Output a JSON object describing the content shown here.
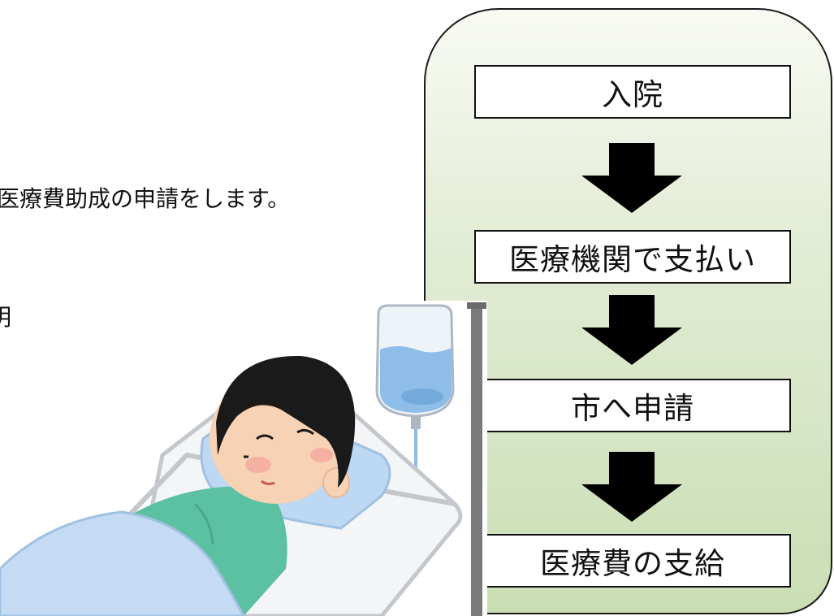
{
  "text": {
    "line1": "医療費助成の申請をします。",
    "line2": "明"
  },
  "flow": {
    "steps": [
      "入院",
      "医療機関で支払い",
      "市へ申請",
      "医療費の支給"
    ],
    "arrow_color": "#000000",
    "panel_gradient": [
      "#f8faf3",
      "#cadeb4"
    ]
  },
  "illustration": {
    "subject": "boy-sleeping-in-hospital-bed-with-iv-drip",
    "colors": {
      "hair": "#1a1a1a",
      "skin": "#f7d2b4",
      "blanket": "#c4dbf3",
      "gown": "#5cc0a2",
      "iv_fluid": "#8dbde8",
      "bed_frame": "#c4c7cc",
      "pole": "#7a7a7a"
    }
  }
}
